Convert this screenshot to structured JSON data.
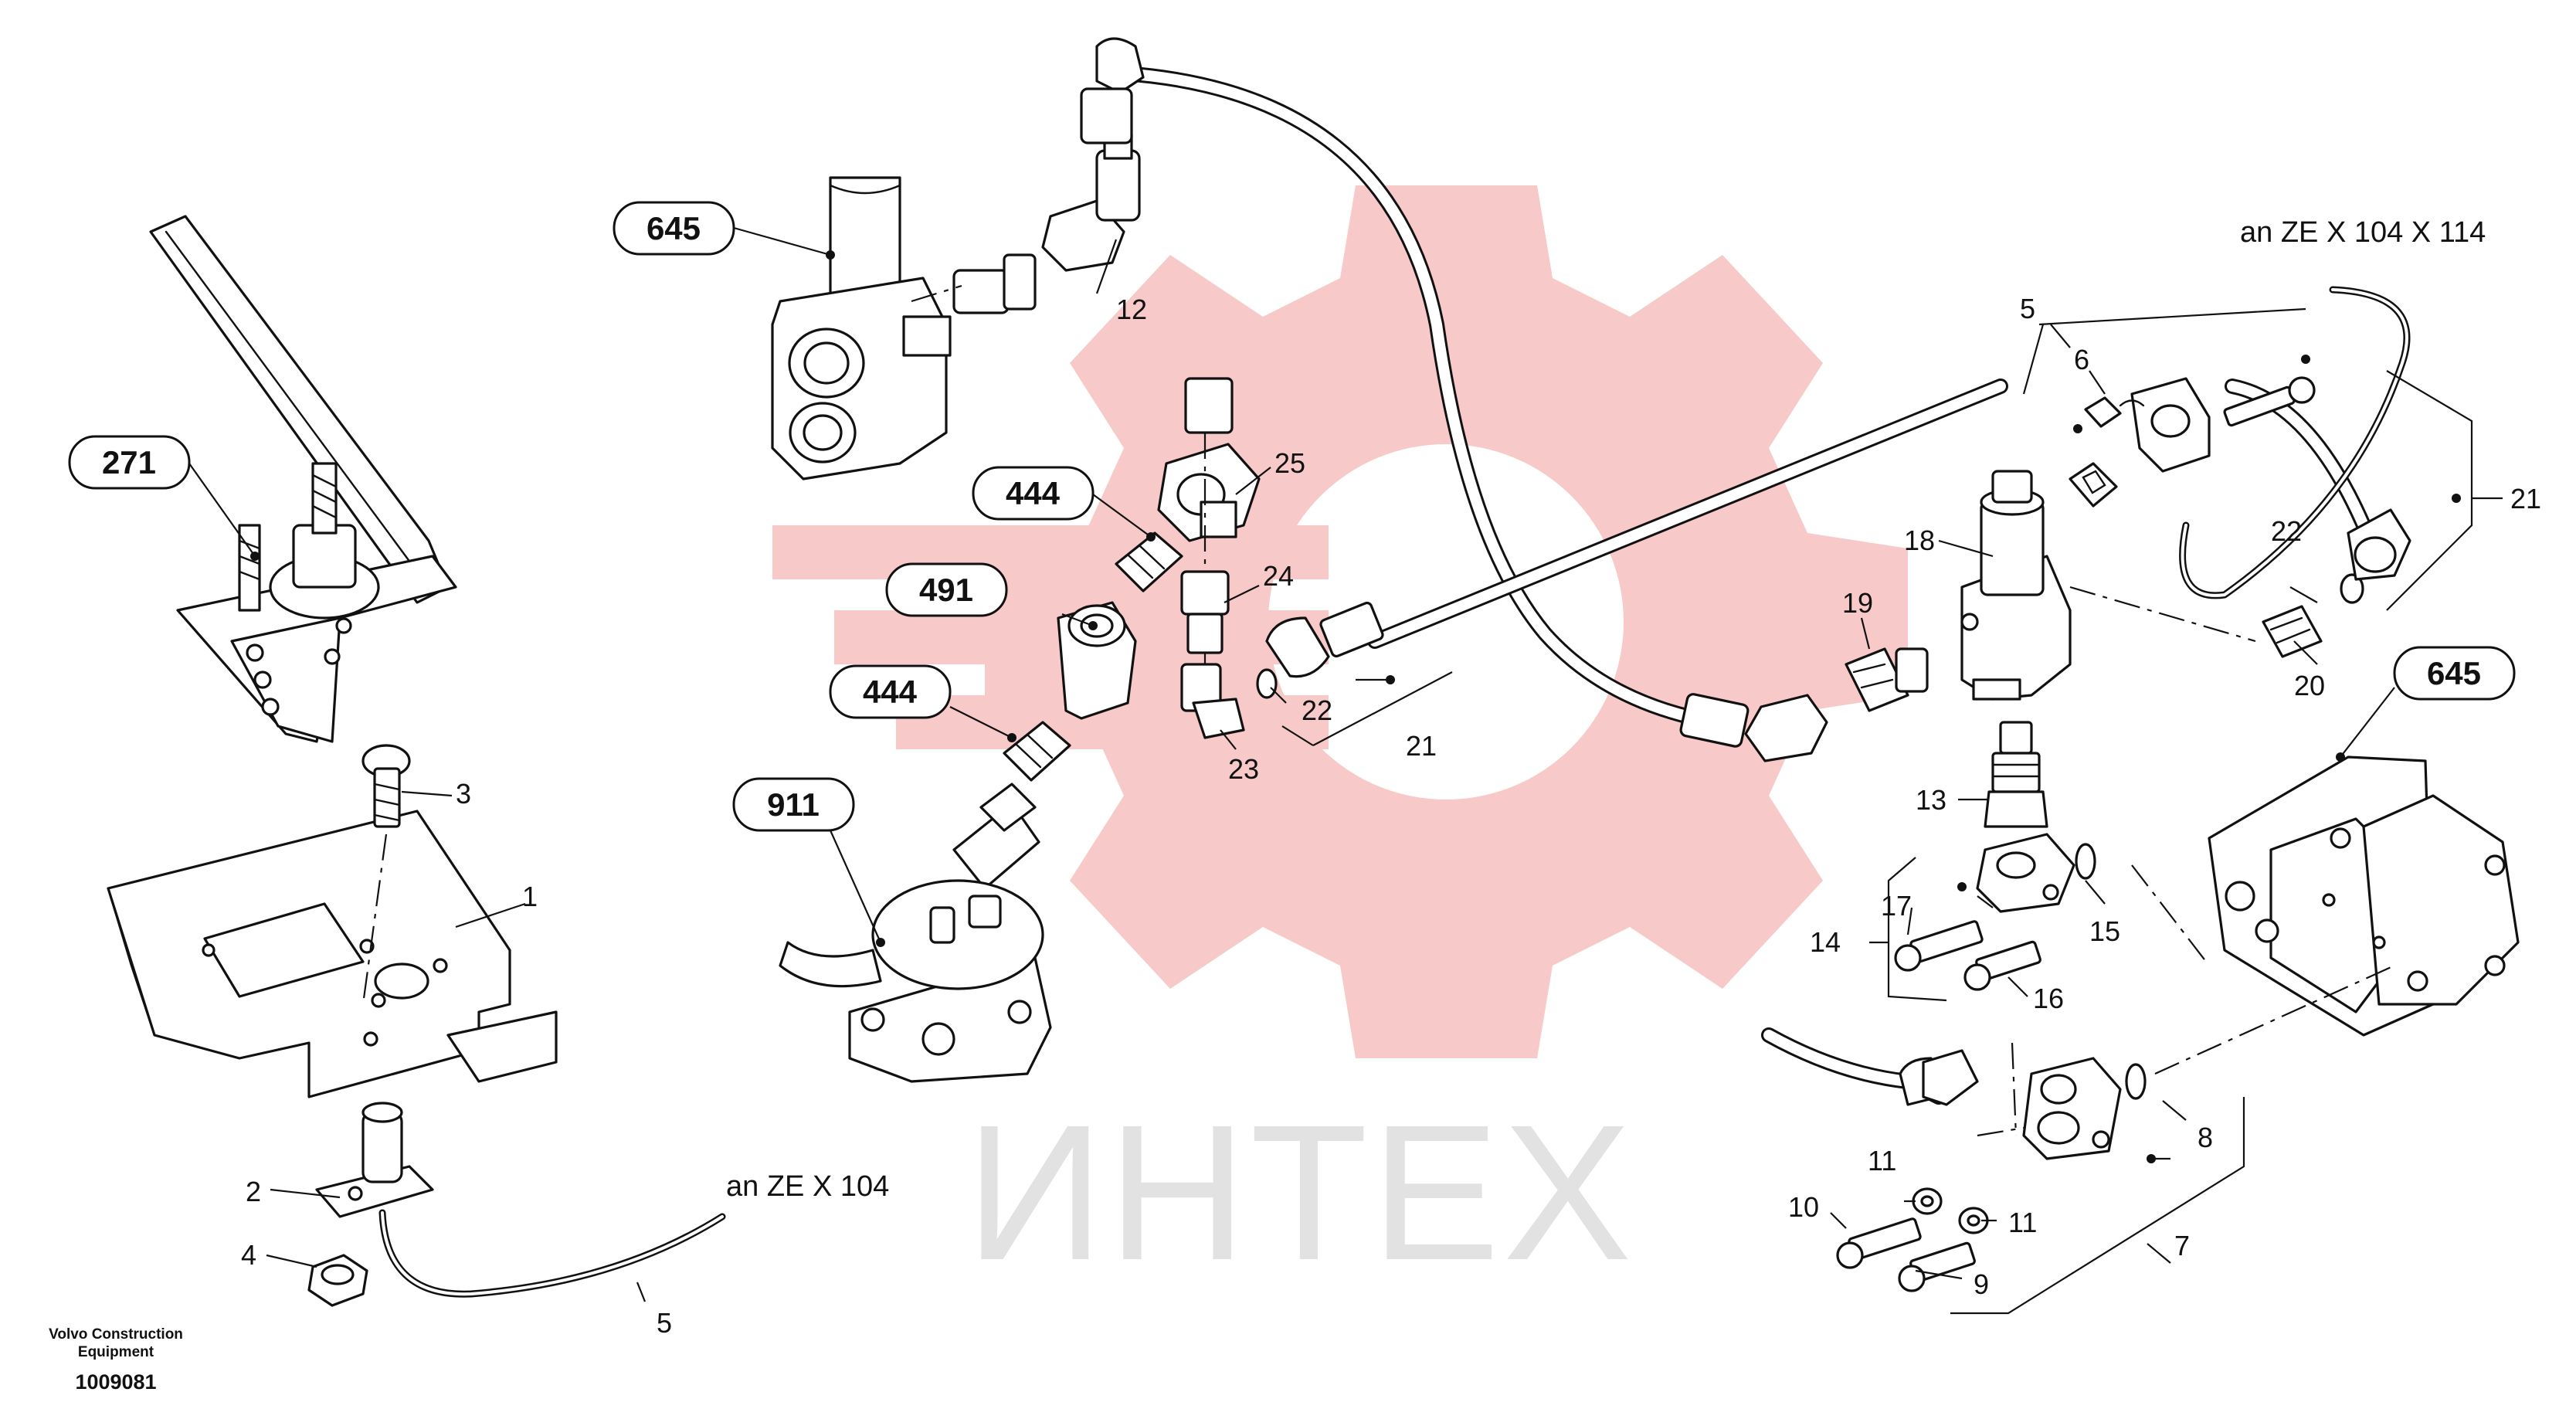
{
  "diagram": {
    "callouts": [
      {
        "id": "c1",
        "label": "1"
      },
      {
        "id": "c2",
        "label": "2"
      },
      {
        "id": "c3",
        "label": "3"
      },
      {
        "id": "c4",
        "label": "4"
      },
      {
        "id": "c5a",
        "label": "5"
      },
      {
        "id": "c5b",
        "label": "5"
      },
      {
        "id": "c6",
        "label": "6"
      },
      {
        "id": "c7",
        "label": "7"
      },
      {
        "id": "c8",
        "label": "8"
      },
      {
        "id": "c9",
        "label": "9"
      },
      {
        "id": "c10",
        "label": "10"
      },
      {
        "id": "c11a",
        "label": "11"
      },
      {
        "id": "c11b",
        "label": "11"
      },
      {
        "id": "c12",
        "label": "12"
      },
      {
        "id": "c13",
        "label": "13"
      },
      {
        "id": "c14",
        "label": "14"
      },
      {
        "id": "c15",
        "label": "15"
      },
      {
        "id": "c16",
        "label": "16"
      },
      {
        "id": "c17",
        "label": "17"
      },
      {
        "id": "c18",
        "label": "18"
      },
      {
        "id": "c19",
        "label": "19"
      },
      {
        "id": "c20",
        "label": "20"
      },
      {
        "id": "c21a",
        "label": "21"
      },
      {
        "id": "c21b",
        "label": "21"
      },
      {
        "id": "c22a",
        "label": "22"
      },
      {
        "id": "c22b",
        "label": "22"
      },
      {
        "id": "c23",
        "label": "23"
      },
      {
        "id": "c24",
        "label": "24"
      },
      {
        "id": "c25",
        "label": "25"
      }
    ],
    "references": [
      {
        "id": "r645a",
        "label": "645"
      },
      {
        "id": "r271",
        "label": "271"
      },
      {
        "id": "r444a",
        "label": "444"
      },
      {
        "id": "r491",
        "label": "491"
      },
      {
        "id": "r444b",
        "label": "444"
      },
      {
        "id": "r911",
        "label": "911"
      },
      {
        "id": "r645b",
        "label": "645"
      }
    ],
    "connection_notes": {
      "top_right": "an  ZE  X 104  X 114",
      "bottom": "an  ZE  X 104"
    }
  },
  "watermark": {
    "text": "ИНТЕХ",
    "color": "#f7c9c9",
    "text_color": "#e2e2e2"
  },
  "footer": {
    "brand": "Volvo Construction",
    "brand_sub": "Equipment",
    "doc_number": "1009081"
  }
}
